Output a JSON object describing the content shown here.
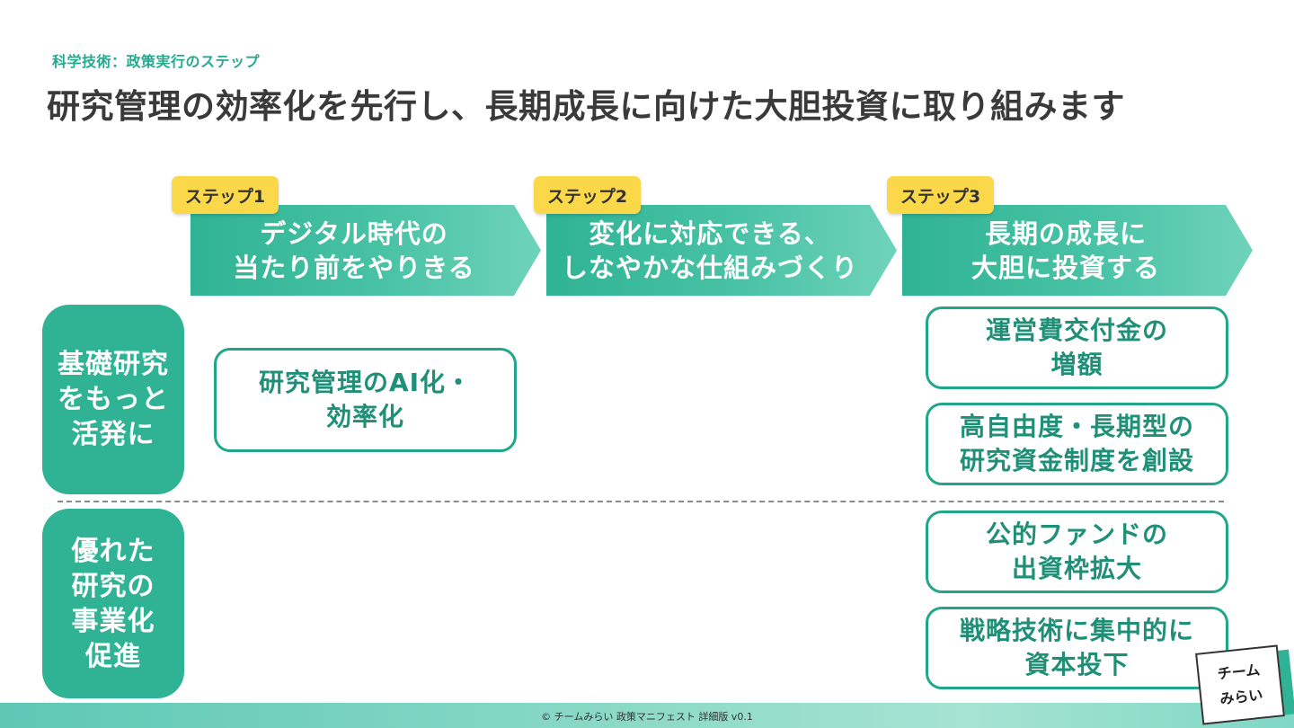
{
  "header": {
    "kicker": "科学技術：政策実行のステップ",
    "title": "研究管理の効率化を先行し、長期成長に向けた大胆投資に取り組みます"
  },
  "steps": [
    {
      "badge": "ステップ1",
      "text": "デジタル時代の\n当たり前をやりきる"
    },
    {
      "badge": "ステップ2",
      "text": "変化に対応できる、\nしなやかな仕組みづくり"
    },
    {
      "badge": "ステップ3",
      "text": "長期の成長に\n大胆に投資する"
    }
  ],
  "rows": [
    {
      "label": "基礎研究\nをもっと\n活発に"
    },
    {
      "label": "優れた\n研究の\n事業化\n促進"
    }
  ],
  "boxes": {
    "ai_efficiency": "研究管理のAI化・\n効率化",
    "operating_grant": "運営費交付金の\n増額",
    "long_term_fund": "高自由度・長期型の\n研究資金制度を創設",
    "public_fund": "公的ファンドの\n出資枠拡大",
    "strategic_tech": "戦略技術に集中的に\n資本投下"
  },
  "footer": {
    "text": "© チームみらい 政策マニフェスト 詳細版 v0.1",
    "logo": "チーム\nみらい"
  },
  "colors": {
    "accent": "#2fb394",
    "badge": "#fbd84a",
    "box_border": "#22a689"
  }
}
